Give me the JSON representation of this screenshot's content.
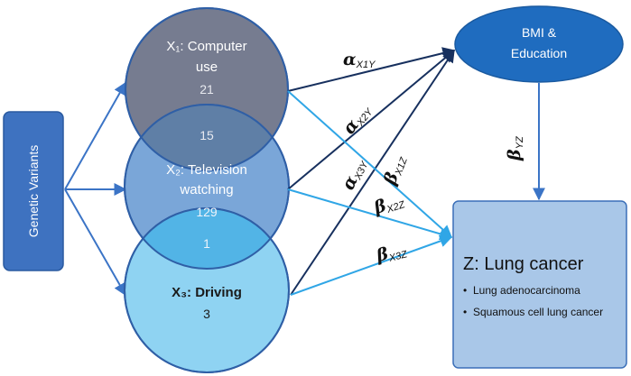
{
  "genetic_variants": {
    "label": "Genetic Variants"
  },
  "exposures": [
    {
      "label_line1": "X₁: Computer",
      "label_line2": "use",
      "count": "21"
    },
    {
      "label_line1": "X₂: Television",
      "label_line2": "watching",
      "count": "129"
    },
    {
      "label_line1": "X₃: Driving",
      "label_line2": "",
      "count": "3"
    }
  ],
  "overlaps": {
    "x1_x2": "15",
    "x2_x3": "1"
  },
  "mediator": {
    "line1": "BMI &",
    "line2": "Education"
  },
  "outcome": {
    "title": "Z: Lung cancer",
    "items": [
      "Lung adenocarcinoma",
      "Squamous cell lung cancer"
    ]
  },
  "paths": {
    "a1": {
      "sym": "α",
      "sub": "X1Y"
    },
    "a2": {
      "sym": "α",
      "sub": "X2Y"
    },
    "a3": {
      "sym": "α",
      "sub": "X3Y"
    },
    "b1": {
      "sym": "β",
      "sub": "X1Z"
    },
    "b2": {
      "sym": "β",
      "sub": "X2Z"
    },
    "b3": {
      "sym": "β",
      "sub": "X3Z"
    },
    "byz": {
      "sym": "β",
      "sub": "YZ"
    }
  },
  "colors": {
    "gv_fill": "#3e72c0",
    "c1_fill": "#767c90",
    "c2_fill": "#7aa6d8",
    "c3_fill": "#8fd3f2",
    "overlap12": "#5f7fa6",
    "overlap23": "#52b4e6",
    "circle_stroke": "#2f5fa6",
    "mediator_fill": "#1f6cbf",
    "outcome_fill": "#a9c7e8",
    "arrow_dark": "#17305e",
    "arrow_light": "#30a6e6",
    "arrow_mid": "#3b74c6"
  }
}
